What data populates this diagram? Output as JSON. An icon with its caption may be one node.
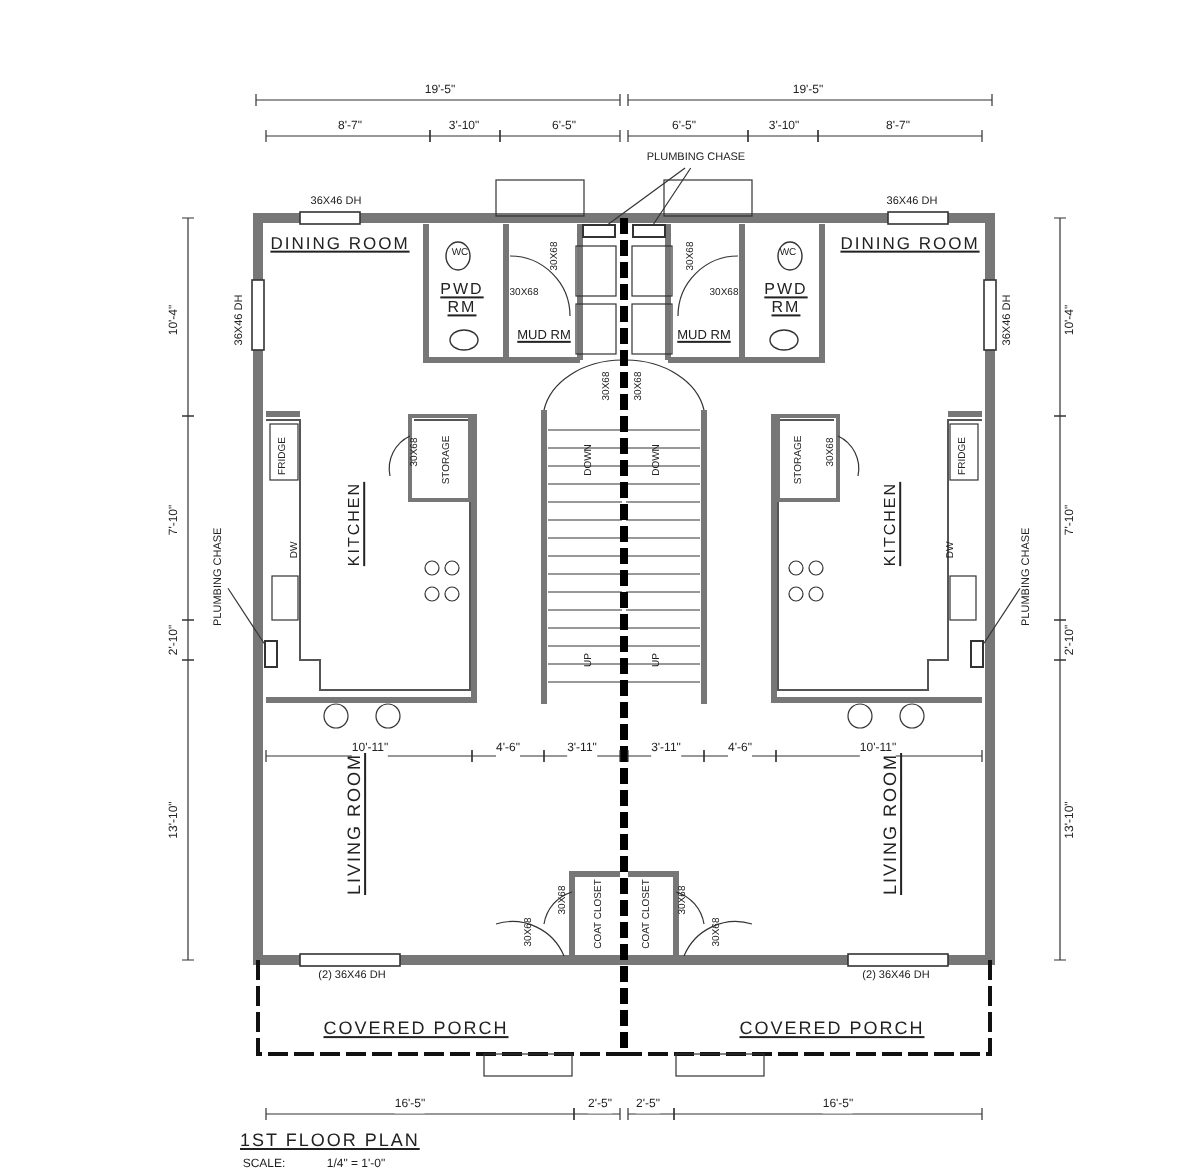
{
  "diagram": {
    "title": "1ST FLOOR PLAN",
    "nodes": [
      {
        "text": [
          "PLUMBING CHASE"
        ]
      },
      {
        "text": [],
        "shape": "box"
      },
      {
        "text": [],
        "shape": "box"
      },
      {
        "text": [
          "PLUMBING CHASE"
        ]
      },
      {
        "text": [],
        "shape": "box"
      },
      {
        "text": [
          "PLUMBING CHASE"
        ]
      },
      {
        "text": [],
        "shape": "box"
      }
    ],
    "edges": [
      {
        "from": 0,
        "to": 1,
        "arrow": "none"
      },
      {
        "from": 0,
        "to": 2,
        "arrow": "none"
      },
      {
        "from": 3,
        "to": 4,
        "arrow": "none"
      },
      {
        "from": 5,
        "to": 6,
        "arrow": "none"
      }
    ],
    "labels": [
      "19'-5\"",
      "19'-5\"",
      "8'-7\"",
      "3'-10\"",
      "6'-5\"",
      "6'-5\"",
      "3'-10\"",
      "8'-7\"",
      "36X46 DH",
      "36X46 DH",
      "DINING ROOM",
      "WC",
      "30X68",
      "30X68",
      "WC",
      "DINING ROOM",
      "10'-4\"",
      "36X46 DH",
      "PWD RM",
      "30X68",
      "MUD RM",
      "MUD RM",
      "30X68",
      "PWD RM",
      "36X46 DH",
      "10'-4\"",
      "30X68",
      "30X68",
      "FRIDGE",
      "30X68",
      "STORAGE",
      "DOWN",
      "DOWN",
      "STORAGE",
      "30X68",
      "FRIDGE",
      "7'-10\"",
      "DW",
      "KITCHEN",
      "KITCHEN",
      "DW",
      "7'-10\"",
      "2'-10\"",
      "UP",
      "UP",
      "2'-10\"",
      "10'-11\"",
      "4'-6\"",
      "3'-11\"",
      "3'-11\"",
      "4'-6\"",
      "10'-11\"",
      "13'-10\"",
      "LIVING ROOM",
      "LIVING ROOM",
      "13'-10\"",
      "30X68",
      "30X68",
      "COAT CLOSET",
      "COAT CLOSET",
      "30X68",
      "30X68",
      "(2) 36X46 DH",
      "(2) 36X46 DH",
      "COVERED PORCH",
      "COVERED PORCH",
      "16'-5\"",
      "2'-5\"",
      "2'-5\"",
      "16'-5\"",
      "SCALE:",
      "1/4\" = 1'-0\""
    ]
  }
}
